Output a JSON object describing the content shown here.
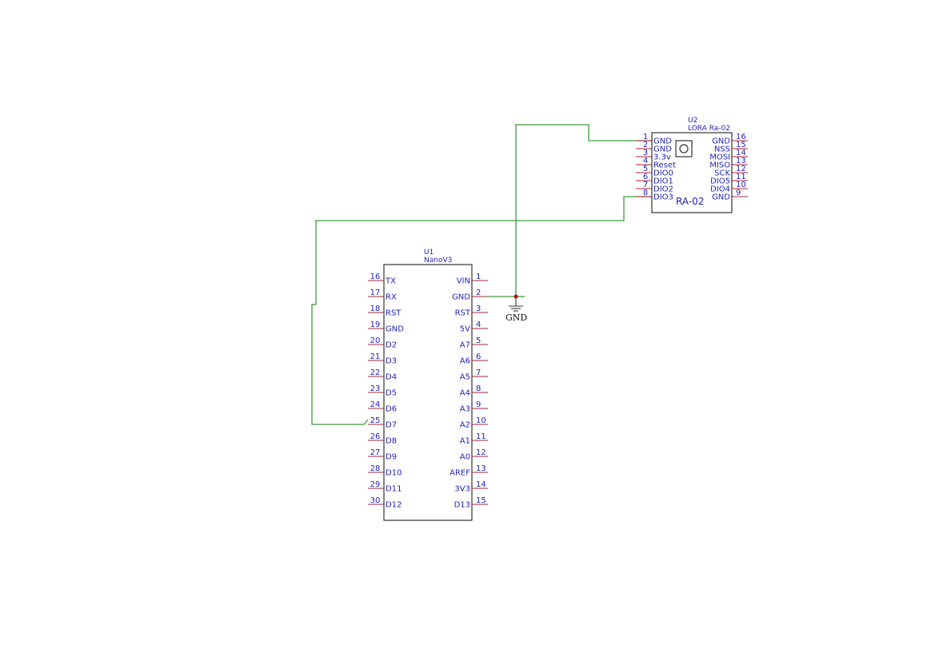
{
  "components": {
    "u1": {
      "reference": "U1",
      "value": "NanoV3",
      "left_pins": [
        {
          "num": "16",
          "name": "TX"
        },
        {
          "num": "17",
          "name": "RX"
        },
        {
          "num": "18",
          "name": "RST"
        },
        {
          "num": "19",
          "name": "GND"
        },
        {
          "num": "20",
          "name": "D2"
        },
        {
          "num": "21",
          "name": "D3"
        },
        {
          "num": "22",
          "name": "D4"
        },
        {
          "num": "23",
          "name": "D5"
        },
        {
          "num": "24",
          "name": "D6"
        },
        {
          "num": "25",
          "name": "D7"
        },
        {
          "num": "26",
          "name": "D8"
        },
        {
          "num": "27",
          "name": "D9"
        },
        {
          "num": "28",
          "name": "D10"
        },
        {
          "num": "29",
          "name": "D11"
        },
        {
          "num": "30",
          "name": "D12"
        }
      ],
      "right_pins": [
        {
          "num": "1",
          "name": "VIN"
        },
        {
          "num": "2",
          "name": "GND"
        },
        {
          "num": "3",
          "name": "RST"
        },
        {
          "num": "4",
          "name": "5V"
        },
        {
          "num": "5",
          "name": "A7"
        },
        {
          "num": "6",
          "name": "A6"
        },
        {
          "num": "7",
          "name": "A5"
        },
        {
          "num": "8",
          "name": "A4"
        },
        {
          "num": "9",
          "name": "A3"
        },
        {
          "num": "10",
          "name": "A2"
        },
        {
          "num": "11",
          "name": "A1"
        },
        {
          "num": "12",
          "name": "A0"
        },
        {
          "num": "13",
          "name": "AREF"
        },
        {
          "num": "14",
          "name": "3V3"
        },
        {
          "num": "15",
          "name": "D13"
        }
      ]
    },
    "u2": {
      "reference": "U2",
      "value": "LORA Ra-02",
      "body_label": "RA-02",
      "left_pins": [
        {
          "num": "1",
          "name": "GND"
        },
        {
          "num": "2",
          "name": "GND"
        },
        {
          "num": "3",
          "name": "3.3v"
        },
        {
          "num": "4",
          "name": "Reset"
        },
        {
          "num": "5",
          "name": "DIO0"
        },
        {
          "num": "6",
          "name": "DIO1"
        },
        {
          "num": "7",
          "name": "DIO2"
        },
        {
          "num": "8",
          "name": "DIO3"
        }
      ],
      "right_pins": [
        {
          "num": "16",
          "name": "GND"
        },
        {
          "num": "15",
          "name": "NSS"
        },
        {
          "num": "14",
          "name": "MOSI"
        },
        {
          "num": "13",
          "name": "MISO"
        },
        {
          "num": "12",
          "name": "SCK"
        },
        {
          "num": "11",
          "name": "DIO5"
        },
        {
          "num": "10",
          "name": "DIO4"
        },
        {
          "num": "9",
          "name": "GND"
        }
      ]
    }
  },
  "power": {
    "gnd_label": "GND"
  },
  "colors": {
    "wire": "#3c9b3c",
    "pin": "#a4243b",
    "text": "#1f1fb4",
    "junction": "#b01010"
  }
}
